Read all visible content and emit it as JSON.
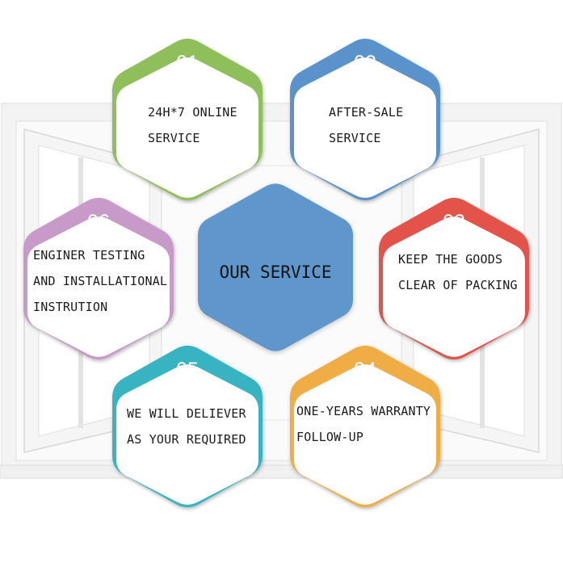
{
  "center": {
    "label": "OUR SERVICE",
    "color": "#5f96cb"
  },
  "items": [
    {
      "number": "01",
      "color": "#8fbf5a",
      "lines": [
        "24H*7 ONLINE",
        "SERVICE"
      ]
    },
    {
      "number": "02",
      "color": "#5a93cc",
      "lines": [
        "AFTER-SALE",
        "SERVICE"
      ]
    },
    {
      "number": "03",
      "color": "#e3534a",
      "lines": [
        "KEEP THE GOODS",
        "CLEAR OF PACKING"
      ]
    },
    {
      "number": "04",
      "color": "#f0ad45",
      "lines": [
        "ONE-YEARS WARRANTY",
        "FOLLOW-UP"
      ]
    },
    {
      "number": "05",
      "color": "#38b3c2",
      "lines": [
        "WE WILL DELIEVER",
        "AS YOUR REQUIRED"
      ]
    },
    {
      "number": "06",
      "color": "#c89ac9",
      "lines": [
        "ENGINER TESTING",
        "AND INSTALLATIONAL",
        "INSTRUTION"
      ]
    }
  ],
  "background": {
    "description_icon": "window-frame-icon",
    "frame_color": "#e8e8e8"
  }
}
